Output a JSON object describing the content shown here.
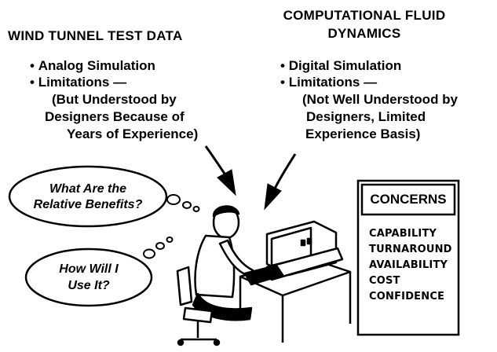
{
  "left_column": {
    "heading": "WIND TUNNEL TEST DATA",
    "bullets": [
      "Analog Simulation",
      "Limitations —"
    ],
    "detail_lines": [
      "(But Understood by",
      "Designers Because of",
      "Years of Experience)"
    ]
  },
  "right_column": {
    "heading_lines": [
      "COMPUTATIONAL FLUID",
      "DYNAMICS"
    ],
    "bullets": [
      "Digital Simulation",
      "Limitations —"
    ],
    "detail_lines": [
      "(Not Well Understood by",
      "Designers, Limited",
      "Experience Basis)"
    ]
  },
  "thoughts": {
    "top": [
      "What Are the",
      "Relative Benefits?"
    ],
    "bottom": [
      "How Will I",
      "Use It?"
    ]
  },
  "concerns": {
    "title": "CONCERNS",
    "items": [
      "CAPABILITY",
      "TURNAROUND",
      "AVAILABILITY",
      "COST",
      "CONFIDENCE"
    ]
  }
}
